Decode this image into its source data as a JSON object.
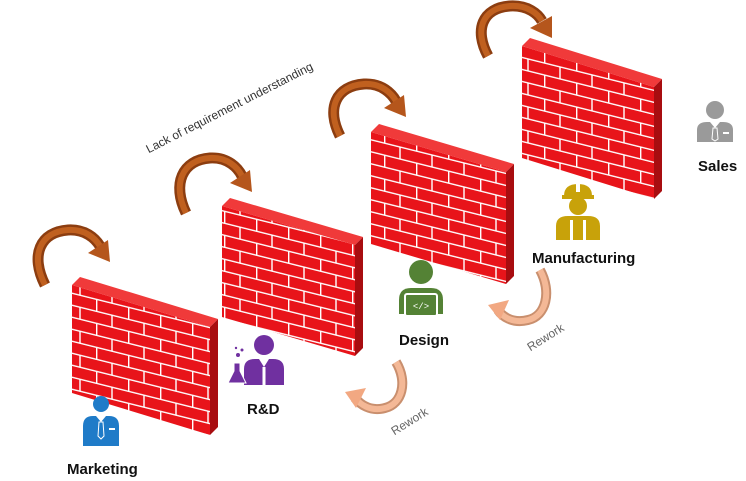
{
  "labels": {
    "marketing": "Marketing",
    "rd": "R&D",
    "design": "Design",
    "manufacturing": "Manufacturing",
    "sales": "Sales"
  },
  "annotations": {
    "lack": "Lack of requirement understanding",
    "rework1": "Rework",
    "rework2": "Rework"
  },
  "colors": {
    "brick": "#e8141a",
    "brick_top": "#f03a3a",
    "brick_side": "#a80d10",
    "mortar": "#ffffff",
    "arrow_brown": "#b5561c",
    "arrow_peach": "#f2a882",
    "marketing": "#1f7bc8",
    "rd": "#7030a0",
    "design": "#548235",
    "manufacturing": "#c8a20a",
    "sales": "#9a9a9a"
  },
  "icons": {
    "marketing": "businessman-icon",
    "rd": "scientist-icon",
    "design": "developer-icon",
    "manufacturing": "worker-icon",
    "sales": "businessman-icon"
  }
}
